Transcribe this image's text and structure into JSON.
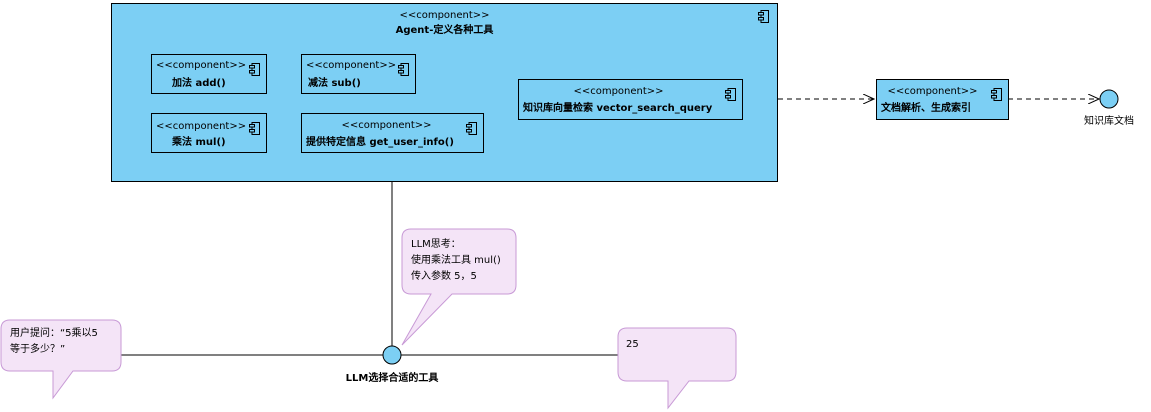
{
  "agent": {
    "stereotype": "<<component>>",
    "name": "Agent-定义各种工具"
  },
  "tools": {
    "add": {
      "stereotype": "<<component>>",
      "name": "加法 add()"
    },
    "sub": {
      "stereotype": "<<component>>",
      "name": "减法 sub()"
    },
    "mul": {
      "stereotype": "<<component>>",
      "name": "乘法 mul()"
    },
    "user_info": {
      "stereotype": "<<component>>",
      "name": "提供特定信息 get_user_info()"
    },
    "vector_search": {
      "stereotype": "<<component>>",
      "name": "知识库向量检索 vector_search_query"
    }
  },
  "doc_parse": {
    "stereotype": "<<component>>",
    "name": "文档解析、生成索引"
  },
  "kb_label": "知识库文档",
  "llm_label": "LLM选择合适的工具",
  "notes": {
    "user_question": "用户提问：“5乘以5\n等于多少？”",
    "llm_thinking": "LLM思考：\n使用乘法工具 mul()\n传入参数 5，5",
    "result": "25"
  },
  "colors": {
    "component_fill": "#7ccff4",
    "note_fill": "#f4e4f7",
    "note_border": "#c89ad6",
    "interface_fill": "#7ccff4"
  }
}
